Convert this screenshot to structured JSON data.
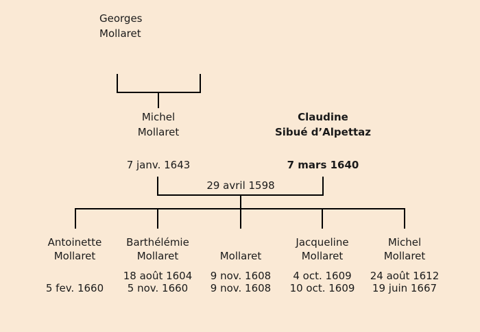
{
  "colors": {
    "background": "#fae9d5",
    "text": "#1a1a1a",
    "line": "#000000"
  },
  "tree": {
    "grandfather": {
      "name_line1": "Georges",
      "name_line2": "Mollaret"
    },
    "father": {
      "name_line1": "Michel",
      "name_line2": "Mollaret",
      "date": "7 janv. 1643"
    },
    "mother": {
      "name_line1": "Claudine",
      "name_line2": "Sibué d’Alpettaz",
      "date": "7 mars 1640"
    },
    "marriage_date": "29 avril 1598",
    "children": [
      {
        "name_line1": "Antoinette",
        "name_line2": "Mollaret",
        "date1": "",
        "date2": "5 fev. 1660"
      },
      {
        "name_line1": "Barthélémie",
        "name_line2": "Mollaret",
        "date1": "18 août 1604",
        "date2": "5 nov. 1660"
      },
      {
        "name_line1": "",
        "name_line2": "Mollaret",
        "date1": "9 nov. 1608",
        "date2": "9 nov. 1608"
      },
      {
        "name_line1": "Jacqueline",
        "name_line2": "Mollaret",
        "date1": "4 oct. 1609",
        "date2": "10 oct. 1609"
      },
      {
        "name_line1": "Michel",
        "name_line2": "Mollaret",
        "date1": "24 août 1612",
        "date2": "19 juin 1667"
      }
    ]
  }
}
